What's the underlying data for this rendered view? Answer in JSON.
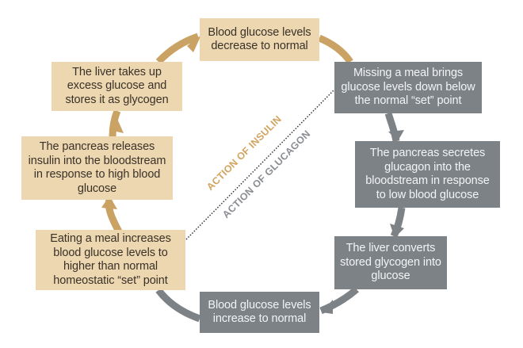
{
  "colors": {
    "insulin": "#c9a264",
    "glucagon": "#7d8286",
    "tan_box": "#ecd7b1",
    "gray_box": "#7d8286"
  },
  "insulin_cycle": [
    {
      "text": "Eating a meal increases blood glucose levels to higher than normal homeostatic “set” point"
    },
    {
      "text": "The pancreas releases insulin into the bloodstream in response to high blood glucose"
    },
    {
      "text": "The liver takes up excess glucose and stores it as glycogen"
    },
    {
      "text": "Blood glucose levels decrease to normal"
    }
  ],
  "glucagon_cycle": [
    {
      "text": "Missing a meal brings glucose levels down below the normal “set” point"
    },
    {
      "text": "The pancreas secretes glucagon into the bloodstream in response to low blood glucose"
    },
    {
      "text": "The liver converts stored glycogen into glucose"
    },
    {
      "text": "Blood glucose levels increase to normal"
    }
  ],
  "labels": {
    "insulin": "ACTION OF INSULIN",
    "glucagon": "ACTION OF GLUCAGON"
  }
}
